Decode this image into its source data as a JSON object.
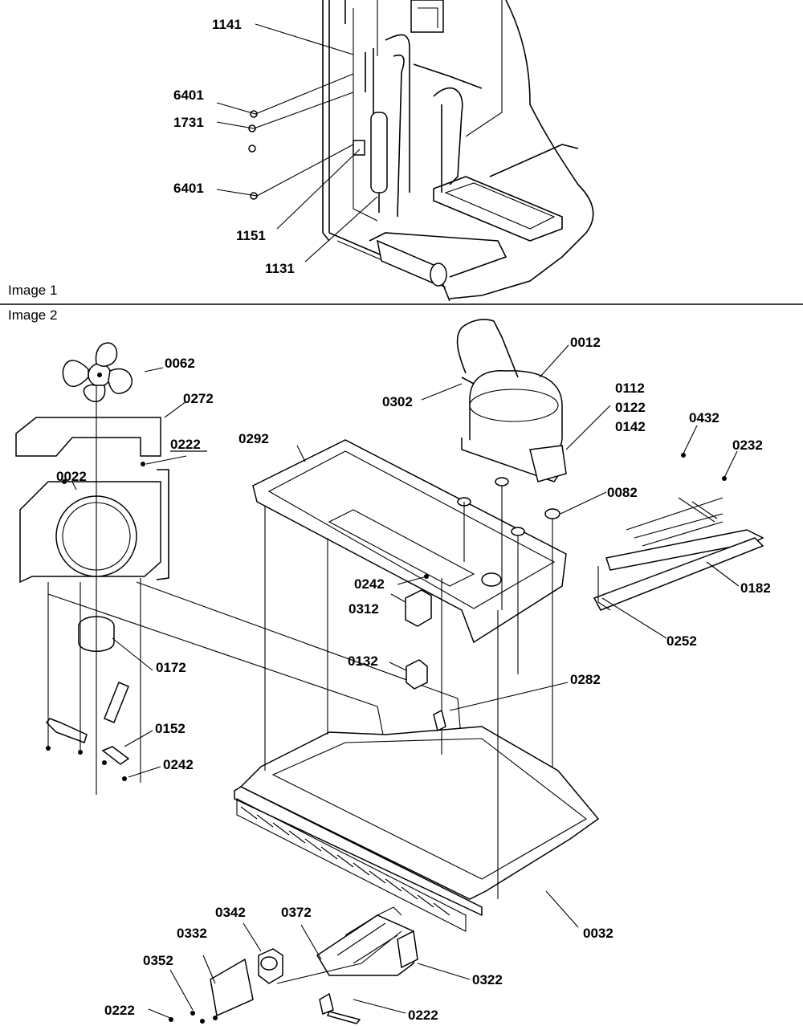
{
  "captions": {
    "image1": "Image 1",
    "image2": "Image 2"
  },
  "image1_callouts": {
    "c1141": "1141",
    "c6401a": "6401",
    "c1731": "1731",
    "c6401b": "6401",
    "c1151": "1151",
    "c1131": "1131"
  },
  "image2_callouts": {
    "c0012": "0012",
    "c0302": "0302",
    "c0112": "0112",
    "c0122": "0122",
    "c0142": "0142",
    "c0432": "0432",
    "c0232": "0232",
    "c0082": "0082",
    "c0182": "0182",
    "c0252": "0252",
    "c0062": "0062",
    "c0272": "0272",
    "c0222_top": "0222",
    "c0022": "0022",
    "c0292": "0292",
    "c0242_mid": "0242",
    "c0312": "0312",
    "c0132": "0132",
    "c0282": "0282",
    "c0172": "0172",
    "c0152": "0152",
    "c0242_left": "0242",
    "c0032": "0032",
    "c0342": "0342",
    "c0372": "0372",
    "c0332": "0332",
    "c0352": "0352",
    "c0322": "0322",
    "c0222_bl": "0222",
    "c0222_br": "0222"
  }
}
